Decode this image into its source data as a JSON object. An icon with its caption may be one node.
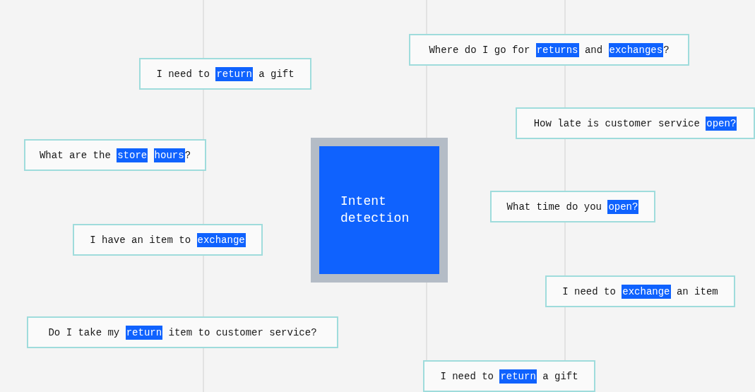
{
  "diagram": {
    "nodes": [
      {
        "text": [
          "Intent detection"
        ]
      },
      {
        "text": [
          "I need to **return** a gift"
        ]
      },
      {
        "text": [
          "Where do I go for **returns** and **exchanges**?"
        ]
      },
      {
        "text": [
          "How late is customer service **open?**"
        ]
      },
      {
        "text": [
          "What are the **store** **hours**?"
        ]
      },
      {
        "text": [
          "What time do you **open?**"
        ]
      },
      {
        "text": [
          "I have an item to **exchange**"
        ]
      },
      {
        "text": [
          "I need to **exchange** an item"
        ]
      },
      {
        "text": [
          "Do I take my **return** item to customer service?"
        ]
      },
      {
        "text": [
          "I need to **return** a gift"
        ]
      }
    ]
  }
}
